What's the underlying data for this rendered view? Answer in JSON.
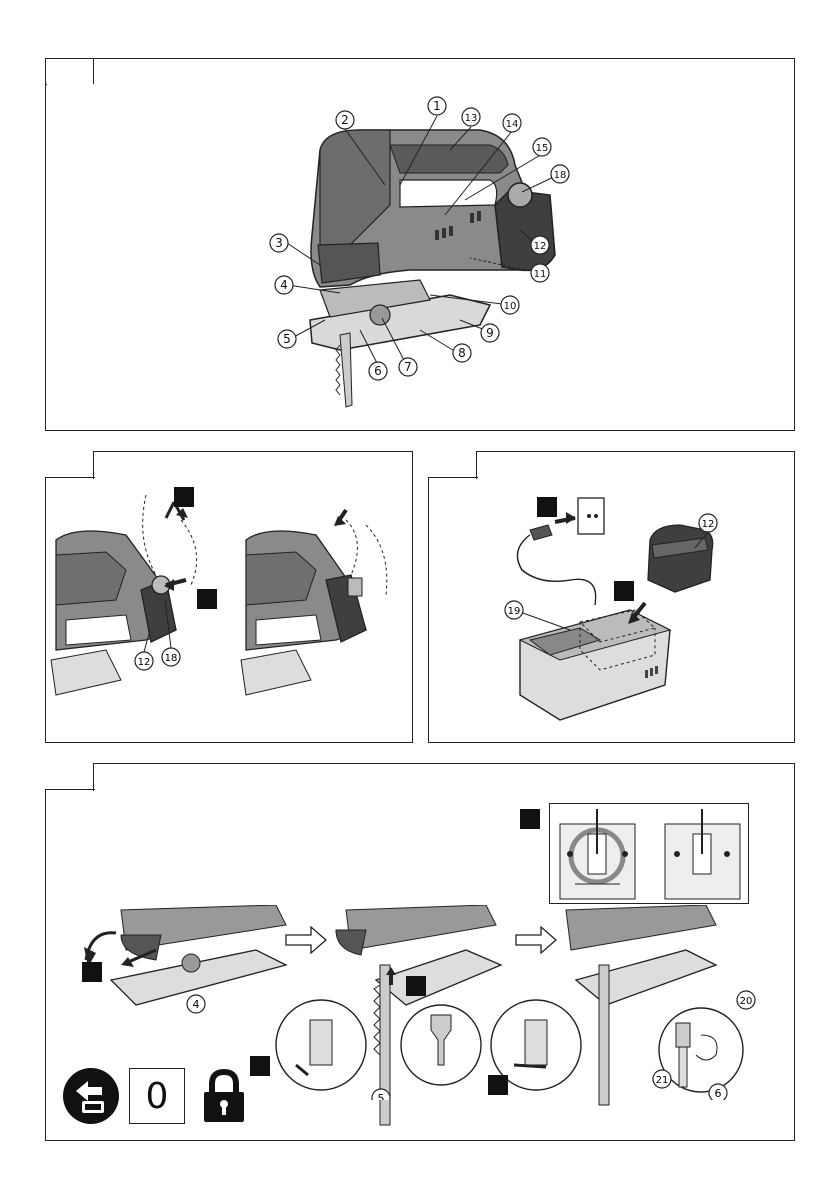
{
  "figures": [
    {
      "id": "fig1",
      "callouts": [
        "1",
        "2",
        "3",
        "4",
        "5",
        "6",
        "7",
        "8",
        "9",
        "10",
        "11",
        "12",
        "13",
        "14",
        "15",
        "18"
      ]
    },
    {
      "id": "fig2",
      "callouts": [
        "12",
        "18"
      ]
    },
    {
      "id": "fig3",
      "callouts": [
        "12",
        "19"
      ]
    },
    {
      "id": "fig4",
      "callouts": [
        "4",
        "5",
        "6",
        "20",
        "21"
      ],
      "switch_position": "0"
    }
  ]
}
